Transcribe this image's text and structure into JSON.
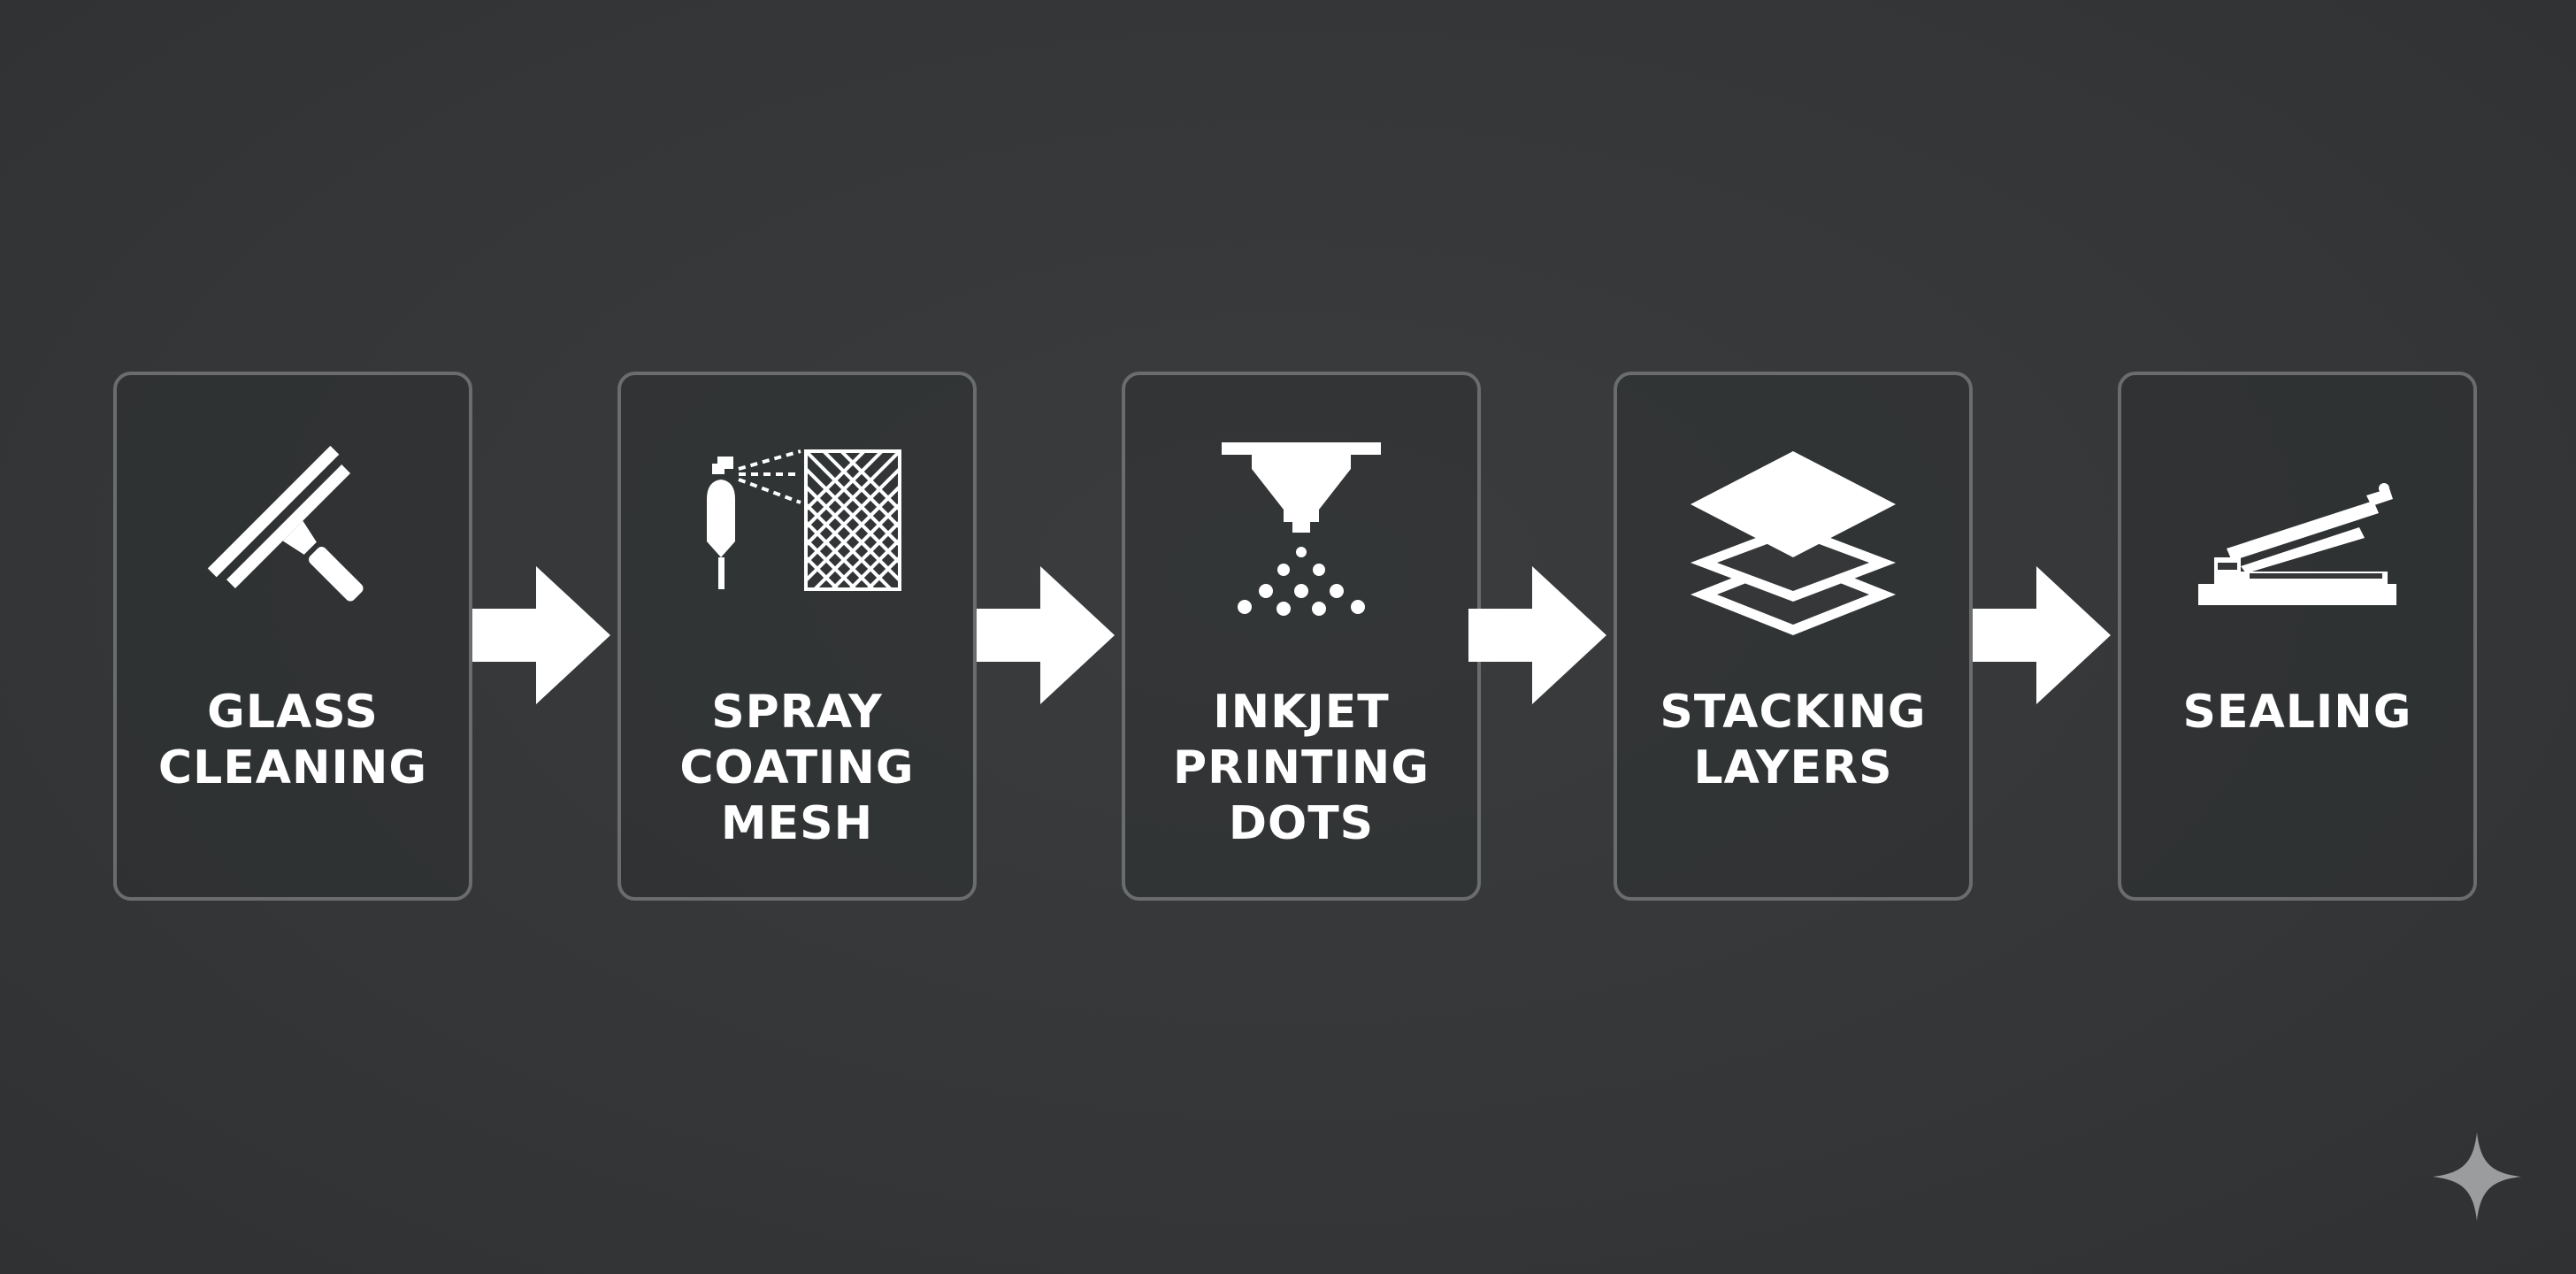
{
  "diagram": {
    "steps": [
      {
        "icon": "squeegee-icon",
        "label_lines": [
          "GLASS",
          "CLEANING"
        ]
      },
      {
        "icon": "spray-mesh-icon",
        "label_lines": [
          "SPRAY",
          "COATING",
          "MESH"
        ]
      },
      {
        "icon": "inkjet-nozzle-icon",
        "label_lines": [
          "INKJET",
          "PRINTING",
          "DOTS"
        ]
      },
      {
        "icon": "stacked-layers-icon",
        "label_lines": [
          "STACKING",
          "LAYERS"
        ]
      },
      {
        "icon": "heat-sealer-icon",
        "label_lines": [
          "SEALING"
        ]
      }
    ],
    "connector_icon": "right-arrow-icon",
    "watermark_icon": "sparkle-icon"
  },
  "colors": {
    "background": "#353739",
    "box_border": "#6a6c6e",
    "foreground": "#ffffff",
    "watermark": "#9a9c9e"
  }
}
